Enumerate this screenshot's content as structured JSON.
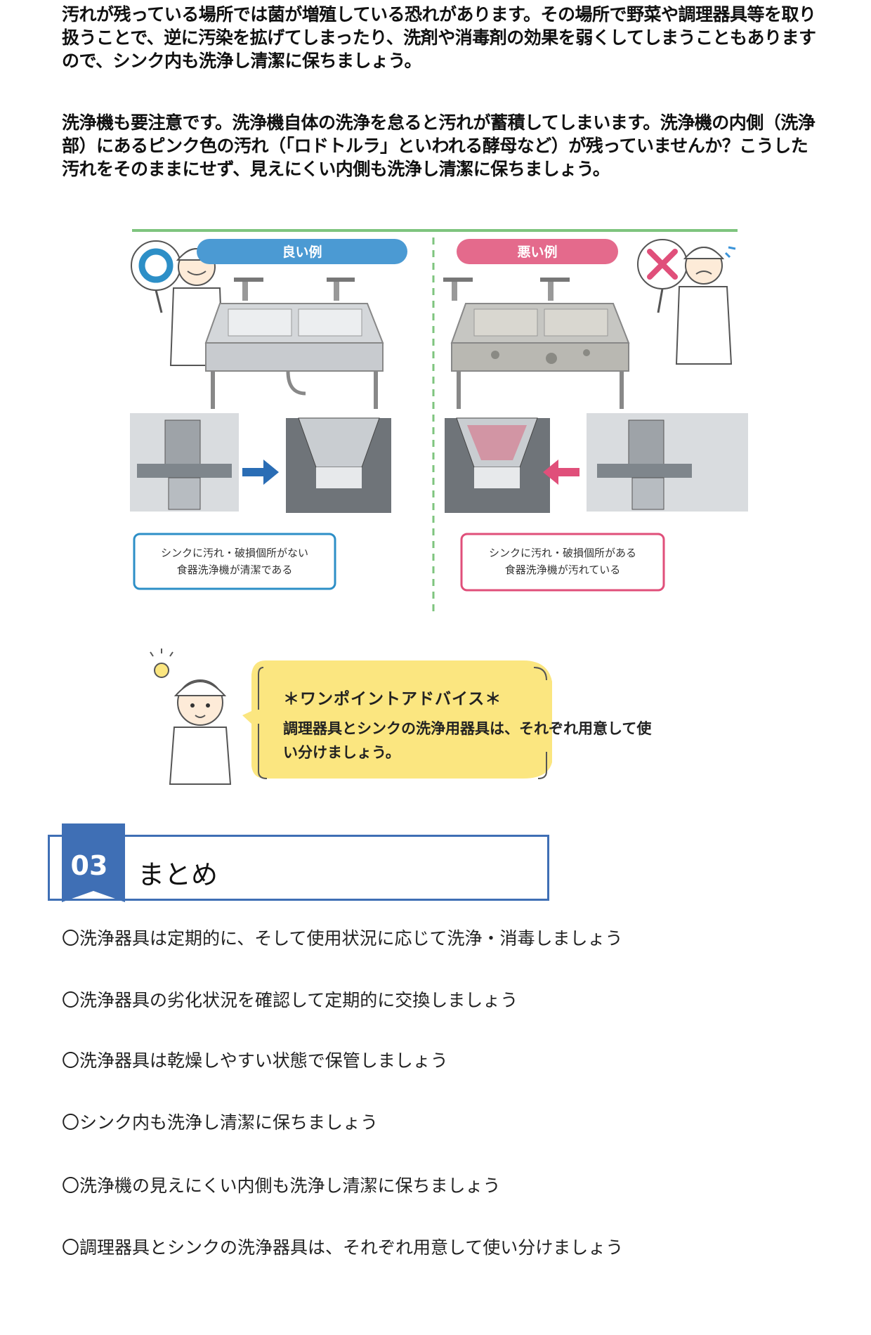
{
  "body": {
    "paragraph1": "汚れが残っている場所では菌が増殖している恐れがあります。その場所で野菜や調理器具等を取り扱うことで、逆に汚染を拡げてしまったり、洗剤や消毒剤の効果を弱くしてしまうこともありますので、シンク内も洗浄し清潔に保ちましょう。",
    "paragraph2": "洗浄機も要注意です。洗浄機自体の洗浄を怠ると汚れが蓄積してしまいます。洗浄機の内側（洗浄部）にあるピンク色の汚れ（「ロドトルラ」といわれる酵母など）が残っていませんか？こうした汚れをそのままにせず、見えにくい内側も洗浄し清潔に保ちましょう。"
  },
  "figure": {
    "good": {
      "label": "良い例",
      "symbol": "○",
      "caption_line1": "シンクに汚れ・破損個所がない",
      "caption_line2": "食器洗浄機が清潔である",
      "color": "#2d8fc7",
      "pill_color": "#4b9ad3"
    },
    "bad": {
      "label": "悪い例",
      "symbol": "×",
      "caption_line1": "シンクに汚れ・破損個所がある",
      "caption_line2": "食器洗浄機が汚れている",
      "color": "#e04f7a",
      "pill_color": "#e46a8c"
    },
    "divider_color": "#7ec47e"
  },
  "advice": {
    "title": "＊ワンポイントアドバイス＊",
    "body": "調理器具とシンクの洗浄用器具は、それぞれ用意して使い分けましょう。",
    "bubble_color": "#fbe680"
  },
  "section": {
    "number": "03",
    "title": "まとめ",
    "accent_color": "#3f6fb5"
  },
  "summary": [
    "〇洗浄器具は定期的に、そして使用状況に応じて洗浄・消毒しましょう",
    "〇洗浄器具の劣化状況を確認して定期的に交換しましょう",
    "〇洗浄器具は乾燥しやすい状態で保管しましょう",
    "〇シンク内も洗浄し清潔に保ちましょう",
    "〇洗浄機の見えにくい内側も洗浄し清潔に保ちましょう",
    "〇調理器具とシンクの洗浄器具は、それぞれ用意して使い分けましょう"
  ]
}
